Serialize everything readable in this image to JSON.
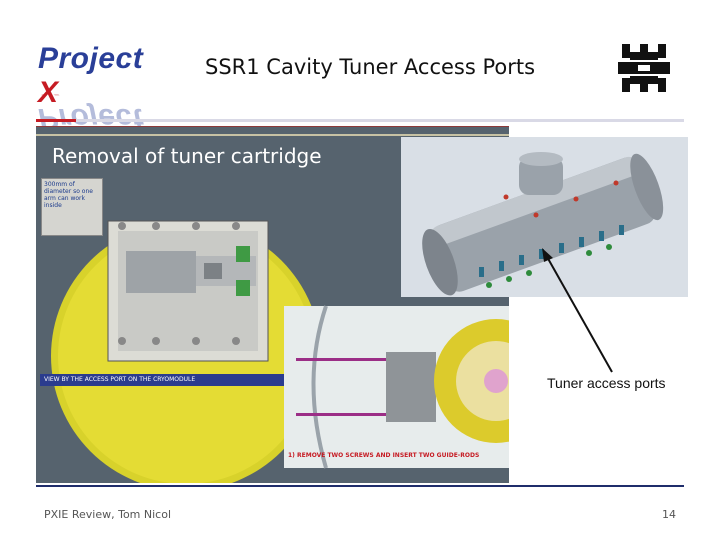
{
  "logo": {
    "word": "Project",
    "letter": "X"
  },
  "title": "SSR1 Cavity Tuner Access Ports",
  "slide_image": {
    "heading": "Removal of tuner cartridge",
    "note": "300mm of diameter so one arm can work inside",
    "caption_view": "VIEW BY THE ACCESS PORT ON THE CRYOMODULE",
    "caption_step": "1) REMOVE TWO SCREWS AND INSERT TWO GUIDE-RODS"
  },
  "callout": "Tuner access ports",
  "footer": {
    "left": "PXIE Review, Tom Nicol",
    "page": "14"
  }
}
